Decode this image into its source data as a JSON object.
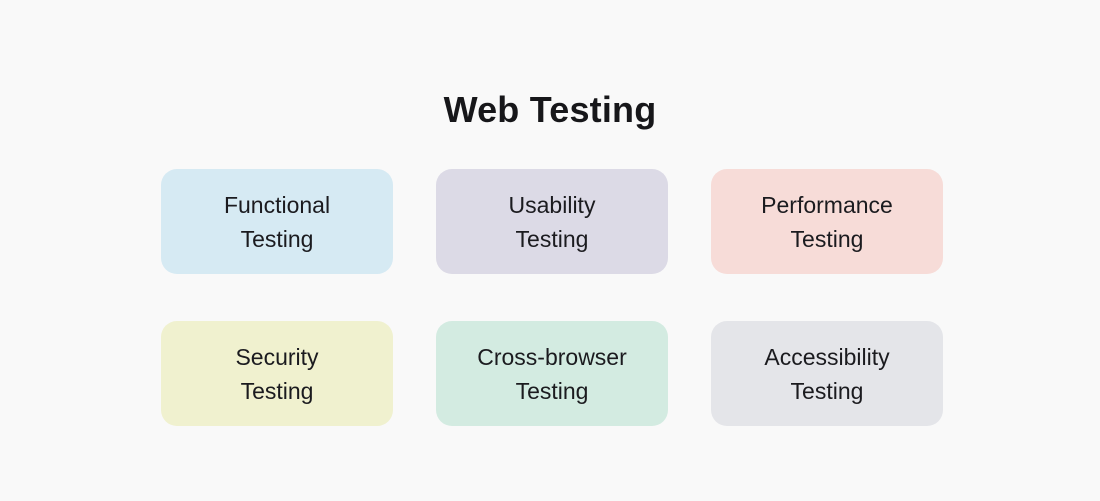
{
  "page": {
    "title": "Web Testing",
    "background": "#f9f9f9",
    "text_color": "#17171a"
  },
  "cards": [
    {
      "line1": "Functional",
      "line2": "Testing",
      "bg": "#d6eaf3"
    },
    {
      "line1": "Usability",
      "line2": "Testing",
      "bg": "#dcdae6"
    },
    {
      "line1": "Performance",
      "line2": "Testing",
      "bg": "#f7dcd8"
    },
    {
      "line1": "Security",
      "line2": "Testing",
      "bg": "#f0f1cf"
    },
    {
      "line1": "Cross-browser",
      "line2": "Testing",
      "bg": "#d3ebe1"
    },
    {
      "line1": "Accessibility",
      "line2": "Testing",
      "bg": "#e4e5e9"
    }
  ]
}
